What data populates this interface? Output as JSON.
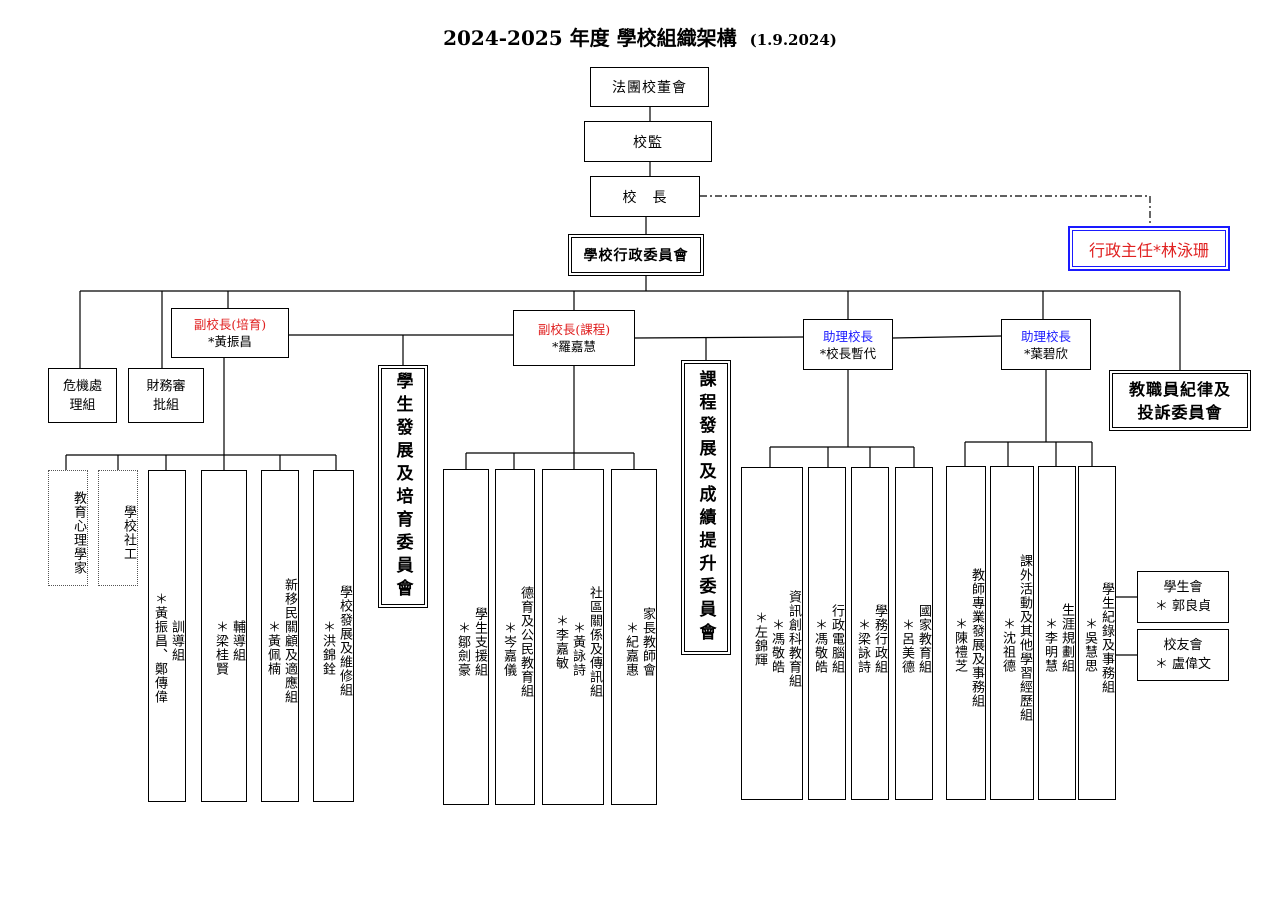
{
  "header": {
    "title": "2024-2025 年度 學校組織架構",
    "date": "(1.9.2024)"
  },
  "top": {
    "board": "法團校董會",
    "supervisor": "校監",
    "principal": "校　長",
    "admin_committee": "學校行政委員會"
  },
  "side": {
    "exec_director": "行政主任*林泳珊"
  },
  "leaders": {
    "vp1": {
      "role": "副校長(培育)",
      "name": "*黃振昌"
    },
    "vp2": {
      "role": "副校長(課程)",
      "name": "*羅嘉慧"
    },
    "ap1": {
      "role": "助理校長",
      "name": "*校長暫代"
    },
    "ap2": {
      "role": "助理校長",
      "name": "*葉碧欣"
    }
  },
  "small": {
    "crisis": "危機處\n理組",
    "finance": "財務審\n批組"
  },
  "committees": {
    "nurture": "學生發展及培育委員會",
    "curriculum": "課程發展及成績提升委員會",
    "discipline": "教職員紀律及\n投訴委員會"
  },
  "groups": [
    {
      "title": "教育心理學家",
      "name": ""
    },
    {
      "title": "學校社工",
      "name": ""
    },
    {
      "title": "訓導組",
      "name": "＊黃振昌、鄭傳偉"
    },
    {
      "title": "輔導組",
      "name": "＊梁桂賢"
    },
    {
      "title": "新移民關顧及適應組",
      "name": "＊黃佩楠"
    },
    {
      "title": "學校發展及維修組",
      "name": "＊洪錦銓"
    },
    {
      "title": "學生支援組",
      "name": "＊鄒劍豪"
    },
    {
      "title": "德育及公民教育組",
      "name": "＊岑嘉儀"
    },
    {
      "title": "社區關係及傳訊組",
      "name": "＊黃詠詩"
    },
    {
      "title": "家長教師會",
      "name": "＊紀嘉惠"
    },
    {
      "title": "資訊創科教育組",
      "name": "＊馮敬皓"
    },
    {
      "title": "行政電腦組",
      "name": "＊馮敬皓"
    },
    {
      "title": "學務行政組",
      "name": "＊梁詠詩"
    },
    {
      "title": "國家教育組",
      "name": "＊呂美德"
    },
    {
      "title": "教師專業發展及事務組",
      "name": "＊陳禮芝"
    },
    {
      "title": "課外活動及其他學習經歷組",
      "name": "＊沈祖德"
    },
    {
      "title": "生涯規劃組",
      "name": "＊李明慧"
    },
    {
      "title": "學生紀錄及事務組",
      "name": "＊吳慧思"
    }
  ],
  "extra_names": {
    "community2": "＊李嘉敏",
    "ict2": "＊左錦輝"
  },
  "assoc": {
    "student_union": {
      "title": "學生會",
      "name": "＊ 郭良貞"
    },
    "alumni": {
      "title": "校友會",
      "name": "＊ 盧偉文"
    }
  }
}
